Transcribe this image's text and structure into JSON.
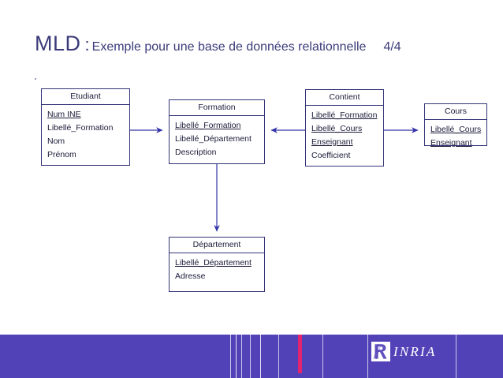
{
  "slide": {
    "title": {
      "main": "MLD",
      "colon": ":",
      "subtitle": "Exemple pour une base de données relationnelle",
      "page_number": "4/4"
    },
    "colors": {
      "title_text": "#3b3b7a",
      "entity_border": "#333377",
      "entity_text": "#1b1b3a",
      "connector": "#3333a8",
      "footer_bg": "#5242b8",
      "footer_accent_pink": "#e3246e",
      "footer_line": "#cdc8ec",
      "logo_text": "#ffffff"
    }
  },
  "diagram": {
    "type": "relational-model",
    "entities": [
      {
        "id": "etudiant",
        "name": "Etudiant",
        "attributes": [
          {
            "label": "Num INE",
            "primary_key": true
          },
          {
            "label": "Libellé_Formation",
            "primary_key": false
          },
          {
            "label": "Nom",
            "primary_key": false
          },
          {
            "label": "Prénom",
            "primary_key": false
          }
        ]
      },
      {
        "id": "formation",
        "name": "Formation",
        "attributes": [
          {
            "label": "Libellé_Formation",
            "primary_key": true
          },
          {
            "label": "Libellé_Département",
            "primary_key": false
          },
          {
            "label": "Description",
            "primary_key": false
          }
        ]
      },
      {
        "id": "contient",
        "name": "Contient",
        "attributes": [
          {
            "label": "Libellé_Formation",
            "primary_key": true
          },
          {
            "label": "Libellé_Cours",
            "primary_key": true
          },
          {
            "label": "Enseignant",
            "primary_key": true
          },
          {
            "label": "Coefficient",
            "primary_key": false
          }
        ]
      },
      {
        "id": "cours",
        "name": "Cours",
        "attributes": [
          {
            "label": "Libellé_Cours",
            "primary_key": true
          },
          {
            "label": "Enseignant",
            "primary_key": true
          }
        ]
      },
      {
        "id": "departement",
        "name": "Département",
        "attributes": [
          {
            "label": "Libellé_Département",
            "primary_key": true
          },
          {
            "label": "Adresse",
            "primary_key": false
          }
        ]
      }
    ],
    "relations": [
      {
        "from": "etudiant",
        "to": "formation",
        "direction": "right"
      },
      {
        "from": "contient",
        "to": "formation",
        "direction": "left"
      },
      {
        "from": "contient",
        "to": "cours",
        "direction": "right"
      },
      {
        "from": "formation",
        "to": "departement",
        "direction": "down"
      }
    ]
  },
  "footer": {
    "logo_name": "INRIA",
    "logo_mark": "inria-r-logo-icon"
  }
}
